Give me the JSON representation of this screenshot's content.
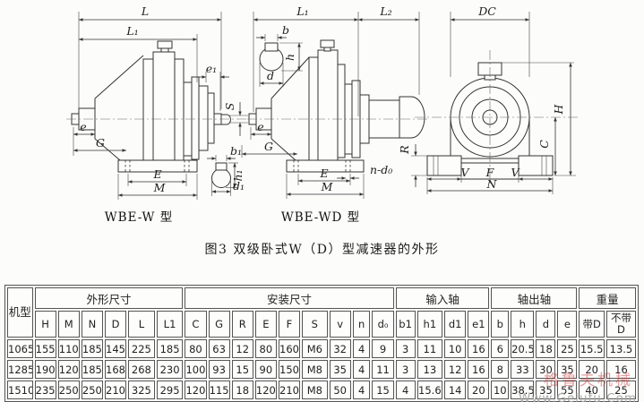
{
  "figure": {
    "caption": "图3 双级卧式W（D）型减速器的外形",
    "left_drawing_label": "WBE-W 型",
    "middle_drawing_label": "WBE-WD 型",
    "dims": {
      "L": "L",
      "L1": "L₁",
      "L2": "L₂",
      "e1": "e₁",
      "S": "S",
      "e": "e",
      "G": "G",
      "E": "E",
      "M": "M",
      "b1": "b₁",
      "h1": "h₁",
      "d1": "d₁",
      "b": "b",
      "h": "h",
      "d": "d",
      "n_d0": "n-d₀",
      "DC": "DC",
      "H": "H",
      "C": "C",
      "R": "R",
      "V": "V",
      "F": "F",
      "N": "N"
    }
  },
  "table": {
    "machine_col": "机型",
    "groups": [
      {
        "label": "外形尺寸",
        "span": 6
      },
      {
        "label": "安装尺寸",
        "span": 9
      },
      {
        "label": "输入轴",
        "span": 4
      },
      {
        "label": "轴出轴",
        "span": 4
      },
      {
        "label": "重量",
        "span": 2
      }
    ],
    "subheaders": [
      "H",
      "M",
      "N",
      "D",
      "L",
      "L1",
      "C",
      "G",
      "R",
      "E",
      "F",
      "S",
      "v",
      "n",
      "d₀",
      "b1",
      "h1",
      "d1",
      "e1",
      "b",
      "h",
      "d",
      "e",
      "带D",
      "不带D"
    ],
    "rows": [
      {
        "model": "1065",
        "values": [
          "155",
          "110",
          "185",
          "145",
          "225",
          "185",
          "80",
          "63",
          "12",
          "80",
          "160",
          "M6",
          "32",
          "4",
          "9",
          "3",
          "11",
          "10",
          "16",
          "6",
          "20.5",
          "18",
          "25",
          "15.5",
          "13.5"
        ]
      },
      {
        "model": "1285",
        "values": [
          "190",
          "120",
          "185",
          "168",
          "268",
          "230",
          "100",
          "93",
          "15",
          "90",
          "150",
          "M8",
          "35",
          "4",
          "11",
          "3",
          "13",
          "12",
          "16",
          "8",
          "33",
          "30",
          "35",
          "20",
          "16"
        ]
      },
      {
        "model": "1510",
        "values": [
          "235",
          "250",
          "250",
          "210",
          "325",
          "295",
          "120",
          "115",
          "18",
          "120",
          "210",
          "M8",
          "50",
          "4",
          "15",
          "4",
          "15.6",
          "14",
          "20",
          "10",
          "38.5",
          "35",
          "55",
          "40",
          "25"
        ]
      }
    ]
  },
  "watermark": {
    "brand_cn": "格鲁夫机械",
    "site": "Www.Gelufu.Com"
  }
}
